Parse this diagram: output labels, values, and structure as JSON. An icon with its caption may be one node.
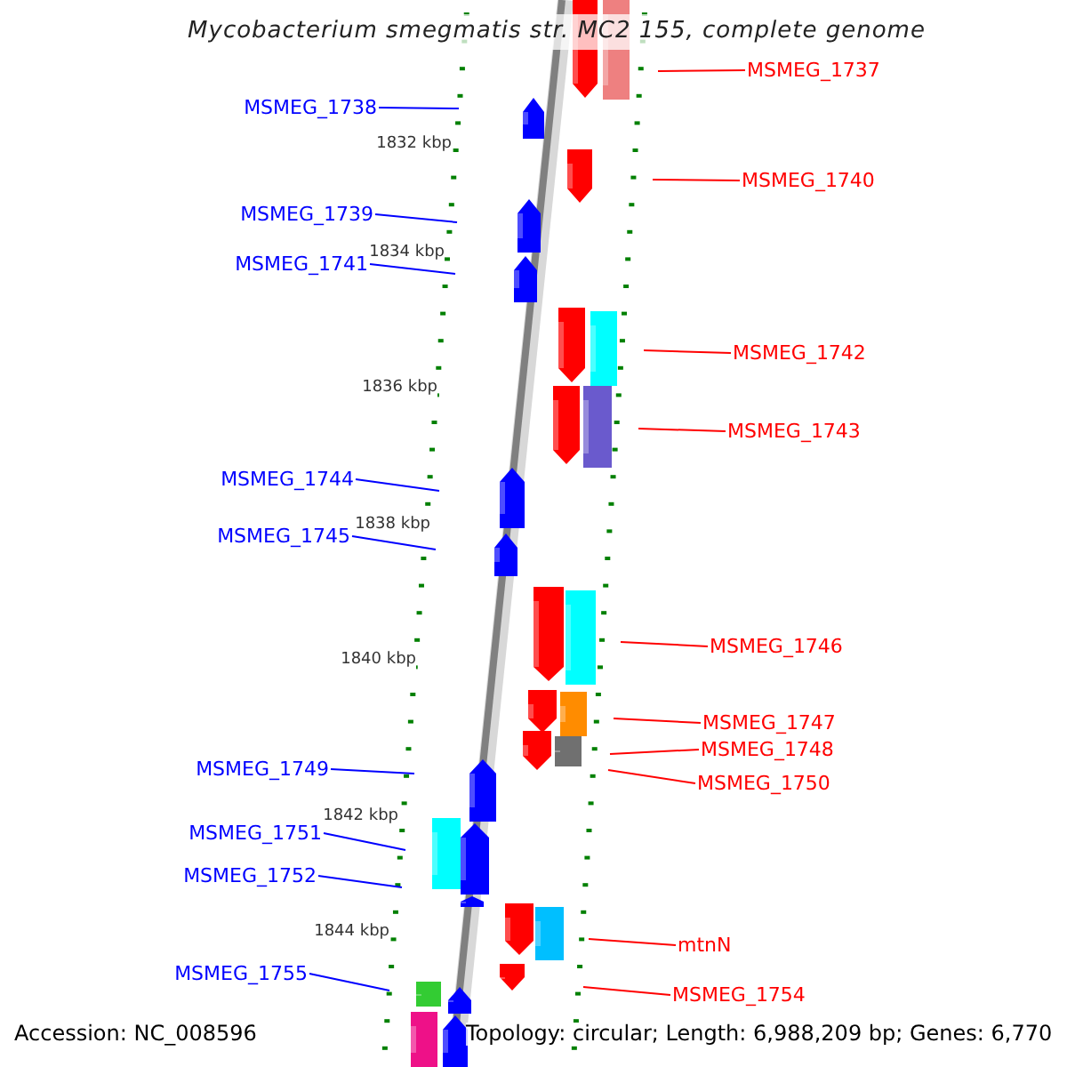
{
  "diagram": {
    "title": "Mycobacterium smegmatis str. MC2 155, complete genome",
    "nodes": [
      {
        "text": [
          "MSMEG_1737"
        ]
      },
      {
        "text": [
          "MSMEG_1738"
        ]
      },
      {
        "text": [
          "MSMEG_1740"
        ]
      },
      {
        "text": [
          "MSMEG_1739"
        ]
      },
      {
        "text": [
          "MSMEG_1741"
        ]
      },
      {
        "text": [
          "MSMEG_1742"
        ]
      },
      {
        "text": [
          "MSMEG_1743"
        ]
      },
      {
        "text": [
          "MSMEG_1744"
        ]
      },
      {
        "text": [
          "MSMEG_1745"
        ]
      },
      {
        "text": [
          "MSMEG_1746"
        ]
      },
      {
        "text": [
          "MSMEG_1747"
        ]
      },
      {
        "text": [
          "MSMEG_1748"
        ]
      },
      {
        "text": [
          "MSMEG_1750"
        ]
      },
      {
        "text": [
          "MSMEG_1749"
        ]
      },
      {
        "text": [
          "MSMEG_1751"
        ]
      },
      {
        "text": [
          "MSMEG_1752"
        ]
      },
      {
        "text": [
          "mtnN"
        ]
      },
      {
        "text": [
          "MSMEG_1755"
        ]
      },
      {
        "text": [
          "MSMEG_1754"
        ]
      }
    ],
    "edges": [
      {
        "from": 0,
        "to": null,
        "arrow": "none",
        "color": "#ff0000"
      },
      {
        "from": 1,
        "to": null,
        "arrow": "none",
        "color": "#0000ff"
      },
      {
        "from": 2,
        "to": null,
        "arrow": "none",
        "color": "#ff0000"
      },
      {
        "from": 3,
        "to": null,
        "arrow": "none",
        "color": "#0000ff"
      },
      {
        "from": 4,
        "to": null,
        "arrow": "none",
        "color": "#0000ff"
      },
      {
        "from": 5,
        "to": null,
        "arrow": "none",
        "color": "#ff0000"
      },
      {
        "from": 6,
        "to": null,
        "arrow": "none",
        "color": "#ff0000"
      },
      {
        "from": 7,
        "to": null,
        "arrow": "none",
        "color": "#0000ff"
      },
      {
        "from": 8,
        "to": null,
        "arrow": "none",
        "color": "#0000ff"
      },
      {
        "from": 9,
        "to": null,
        "arrow": "none",
        "color": "#ff0000"
      },
      {
        "from": 10,
        "to": null,
        "arrow": "none",
        "color": "#ff0000"
      },
      {
        "from": 11,
        "to": null,
        "arrow": "none",
        "color": "#ff0000"
      },
      {
        "from": 12,
        "to": null,
        "arrow": "none",
        "color": "#ff0000"
      },
      {
        "from": 13,
        "to": null,
        "arrow": "none",
        "color": "#0000ff"
      },
      {
        "from": 14,
        "to": null,
        "arrow": "none",
        "color": "#0000ff"
      },
      {
        "from": 15,
        "to": null,
        "arrow": "none",
        "color": "#0000ff"
      },
      {
        "from": 16,
        "to": null,
        "arrow": "none",
        "color": "#ff0000"
      },
      {
        "from": 17,
        "to": null,
        "arrow": "none",
        "color": "#0000ff"
      },
      {
        "from": 18,
        "to": null,
        "arrow": "none",
        "color": "#ff0000"
      }
    ],
    "labels": [
      "1832 kbp",
      "1834 kbp",
      "1836 kbp",
      "1838 kbp",
      "1840 kbp",
      "1842 kbp",
      "1844 kbp",
      "Accession: NC_008596",
      "Topology: circular; Length: 6,988,209 bp; Genes: 6,770"
    ]
  }
}
